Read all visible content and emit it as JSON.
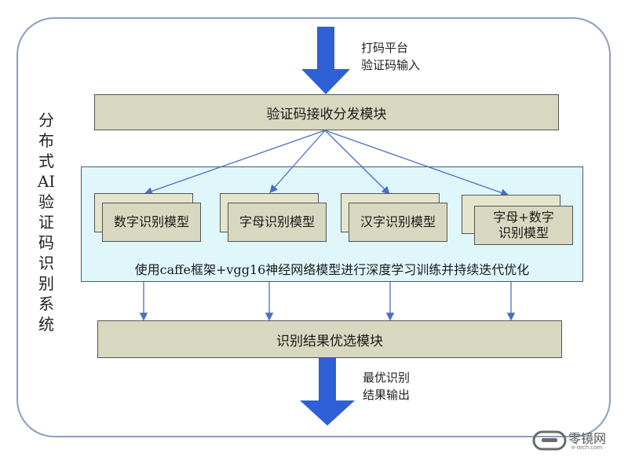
{
  "side_title_chars": [
    "分",
    "布",
    "式",
    "AI",
    "验",
    "证",
    "码",
    "识",
    "别",
    "系",
    "统"
  ],
  "input_label": [
    "打码平台",
    "验证码输入"
  ],
  "receive_module": "验证码接收分发模块",
  "models": [
    {
      "label": "数字识别模型"
    },
    {
      "label": "字母识别模型"
    },
    {
      "label": "汉字识别模型"
    },
    {
      "label_lines": [
        "字母+数字",
        "识别模型"
      ]
    }
  ],
  "training_caption": "使用caffe框架+vgg16神经网络模型进行深度学习训练并持续迭代优化",
  "optimize_module": "识别结果优选模块",
  "output_label": [
    "最优识别",
    "结果输出"
  ],
  "watermark": {
    "name": "零镜网",
    "url": "e-tech.com"
  },
  "colors": {
    "arrow_blue": "#2f5fd6",
    "module_fill": "#d7d8bf",
    "panel_fill": "#dff6fb",
    "connector": "#4a6fc0",
    "frame": "#8a9fc4"
  }
}
